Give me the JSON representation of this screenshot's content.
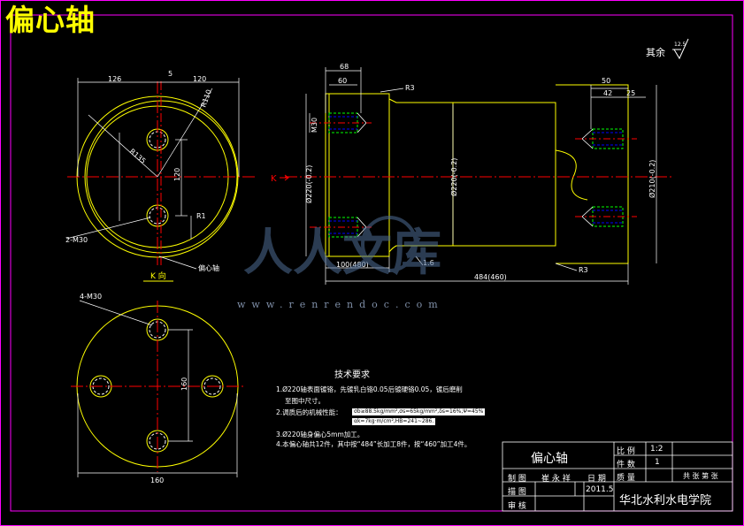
{
  "drawing_title": "偏心轴",
  "surface_roughness_note": {
    "label": "其余",
    "value": "12.5"
  },
  "watermark": {
    "brand": "人人文库",
    "url": "www.renrendoc.com"
  },
  "left_view": {
    "dims": [
      "126",
      "5",
      "120",
      "R110",
      "R135",
      "120",
      "R1",
      "2-M30",
      "K 向"
    ],
    "leader_label": "偏心轴"
  },
  "bottom_view": {
    "dims": [
      "4-M30",
      "160",
      "160"
    ]
  },
  "main_view": {
    "dims": [
      "68",
      "60",
      "R3",
      "M30",
      "Ø220(-0.2)",
      "Ø220(-0.2)",
      "100(480)",
      "1.6",
      "484(460)",
      "R3",
      "50",
      "42",
      "25",
      "Ø210(-0.2)"
    ],
    "section_label": "K"
  },
  "tech_requirements": {
    "title": "技术要求",
    "items": [
      "1.Ø220轴表面镀铬，先镀乳白铬0.05后镀硬铬0.05，镀后磨削",
      "至图中尺寸。",
      "2.调质后的机械性能：",
      "σb≥88.5kg/mm²,σs=65kg/mm²,δs=16%,Ψ=45%",
      "αk=7kg·m/cm²,HB=241~286.",
      "3.Ø220轴身偏心5mm加工。",
      "4.本偏心轴共12件，其中按“484”长加工8件，按“460”加工4件。"
    ]
  },
  "title_block": {
    "part_name": "偏心轴",
    "scale_label": "比 例",
    "scale_value": "1:2",
    "qty_label": "件 数",
    "qty_value": "1",
    "weight_label": "质 量",
    "sheets_label": "共 张 第 张",
    "drawn_label": "制 图",
    "drawn_by": "崔 永 祥",
    "date_label": "日 期",
    "traced_label": "描 图",
    "date_value": "2011.5",
    "checked_label": "审 核",
    "school": "华北水利水电学院"
  },
  "colors": {
    "background": "#000000",
    "border": "#ff00ff",
    "outline": "#ffff00",
    "centerline": "#ff0000",
    "dimension": "#ffffff",
    "hidden": "#00ff00",
    "thread": "#0000ff"
  }
}
